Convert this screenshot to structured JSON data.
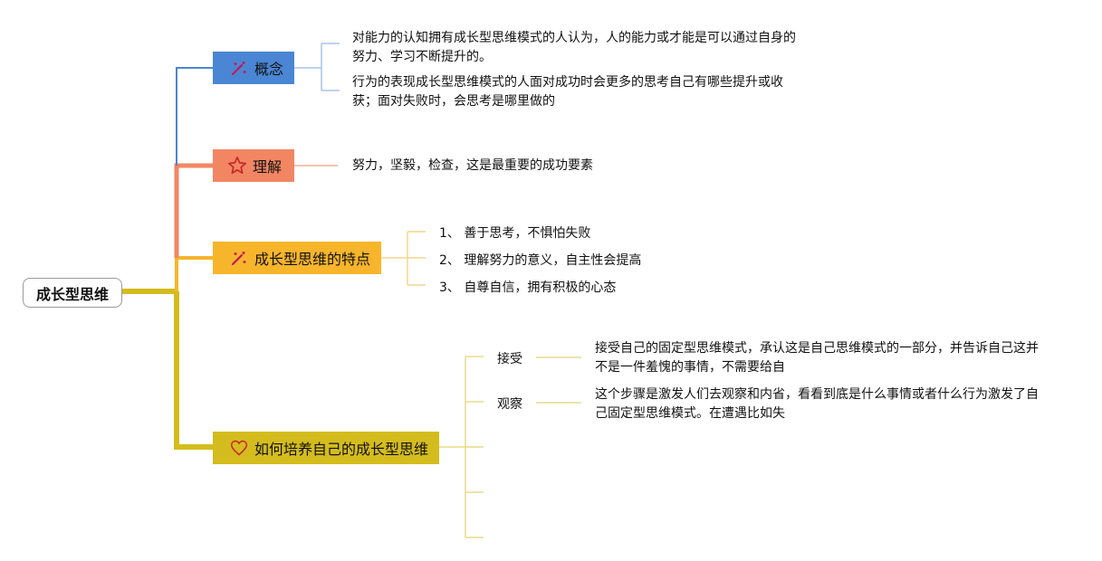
{
  "root": {
    "label": "成长型思维"
  },
  "branches": [
    {
      "label": "概念",
      "icon": "wand-icon",
      "color": "#4a86d4",
      "items": [
        "对能力的认知拥有成长型思维模式的人认为，人的能力或才能是可以通过自身的努力、学习不断提升的。",
        "行为的表现成长型思维模式的人面对成功时会更多的思考自己有哪些提升或收获；面对失败时，会思考是哪里做的"
      ]
    },
    {
      "label": "理解",
      "icon": "star-icon",
      "color": "#f28663",
      "items": [
        "努力，坚毅，检查，这是最重要的成功要素"
      ]
    },
    {
      "label": "成长型思维的特点",
      "icon": "wand-icon",
      "color": "#f7b52c",
      "items": [
        "1、 善于思考，不惧怕失败",
        "2、 理解努力的意义，自主性会提高",
        "3、 自尊自信，拥有积极的心态"
      ]
    },
    {
      "label": "如何培养自己的成长型思维",
      "icon": "heart-icon",
      "color": "#d4bc1e",
      "children": [
        {
          "label": "接受",
          "detail": "接受自己的固定型思维模式，承认这是自己思维模式的一部分，并告诉自己这并不是一件羞愧的事情，不需要给自"
        },
        {
          "label": "观察",
          "detail": "这个步骤是激发人们去观察和内省，看看到底是什么事情或者什么行为激发了自己固定型思维模式。在遭遇比如失"
        },
        {
          "label": "",
          "detail": ""
        },
        {
          "label": "",
          "detail": ""
        }
      ]
    }
  ]
}
